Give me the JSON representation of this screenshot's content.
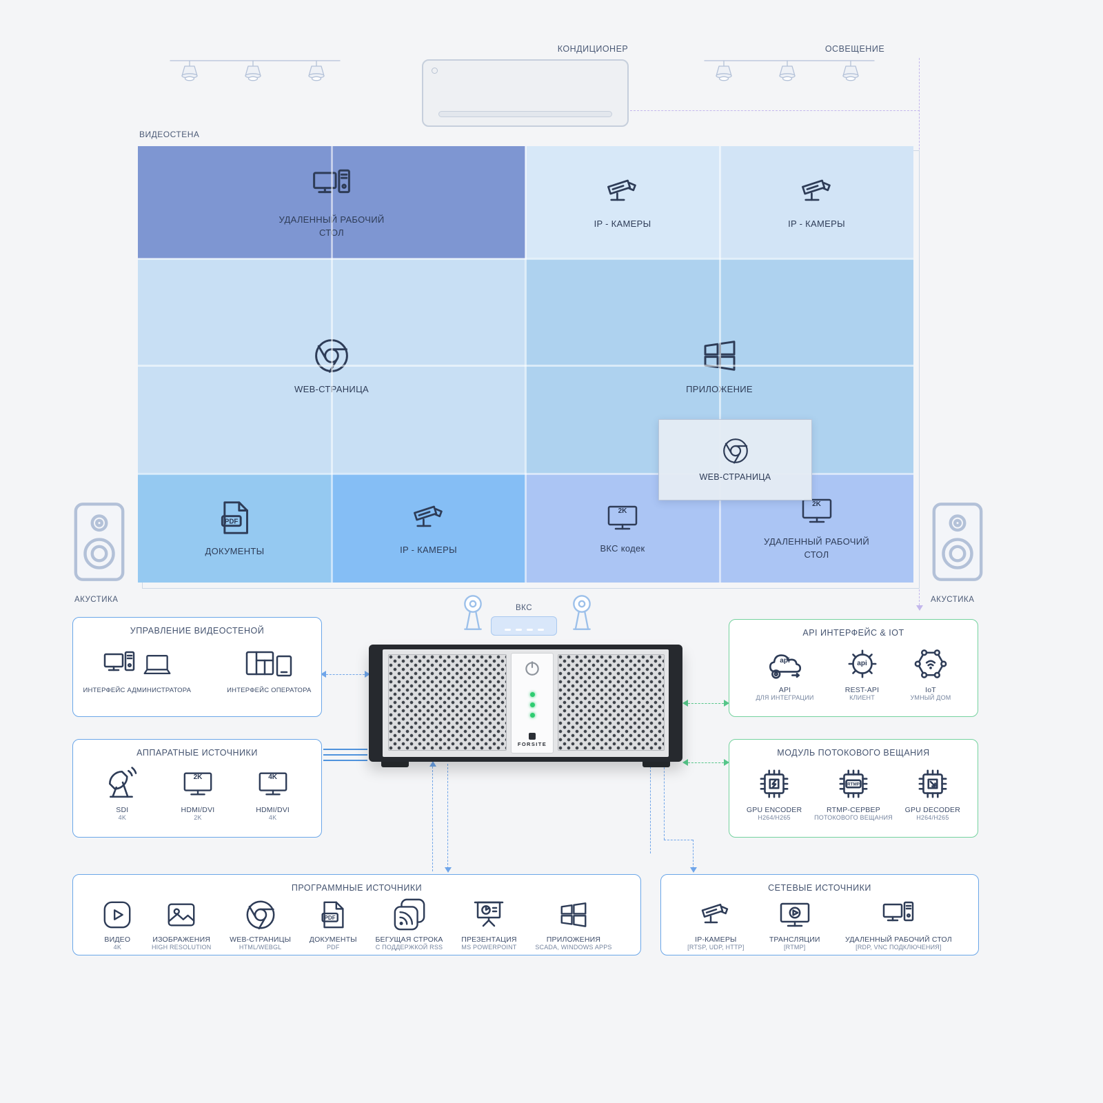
{
  "colors": {
    "accent_blue": "#6aa6e8",
    "accent_green": "#74d29e",
    "accent_purple": "#c3b7ec",
    "icon_navy": "#2e3c57",
    "tile_dark_blue": "#7e96d2",
    "tile_light_blue": "#c8dff4"
  },
  "ceiling": {
    "aircon_label": "КОНДИЦИОНЕР",
    "lighting_label": "ОСВЕЩЕНИЕ"
  },
  "videowall": {
    "label": "ВИДЕОСТЕНА",
    "zones": {
      "remote_desktop": {
        "line1": "УДАЛЕННЫЙ РАБОЧИЙ",
        "line2": "СТОЛ"
      },
      "ip_cameras_1": {
        "label": "IP - КАМЕРЫ"
      },
      "ip_cameras_2": {
        "label": "IP - КАМЕРЫ"
      },
      "web_page": {
        "label": "WEB-СТРАНИЦА"
      },
      "application": {
        "label": "ПРИЛОЖЕНИЕ"
      },
      "web_page_overlay": {
        "label": "WEB-СТРАНИЦА"
      },
      "documents": {
        "label": "ДОКУМЕНТЫ"
      },
      "ip_cameras_3": {
        "label": "IP - КАМЕРЫ"
      },
      "vks_codec": {
        "label": "ВКС кодек",
        "badge": "2K"
      },
      "remote_desktop_2": {
        "line1": "УДАЛЕННЫЙ РАБОЧИЙ",
        "line2": "СТОЛ",
        "badge": "2K"
      }
    }
  },
  "speakers": {
    "left_label": "АКУСТИКА",
    "right_label": "АКУСТИКА"
  },
  "vks": {
    "label": "ВКС"
  },
  "management_box": {
    "title": "УПРАВЛЕНИЕ ВИДЕОСТЕНОЙ",
    "items": [
      {
        "label": "ИНТЕРФЕЙС АДМИНИСТРАТОРА"
      },
      {
        "label": "ИНТЕРФЕЙС ОПЕРАТОРА"
      }
    ]
  },
  "hardware_box": {
    "title": "АППАРАТНЫЕ ИСТОЧНИКИ",
    "items": [
      {
        "label1": "SDI",
        "label2": "4K"
      },
      {
        "label1": "HDMI/DVI",
        "label2": "2K",
        "badge": "2K"
      },
      {
        "label1": "HDMI/DVI",
        "label2": "4K",
        "badge": "4K"
      }
    ]
  },
  "api_box": {
    "title": "API ИНТЕРФЕЙС & IOT",
    "items": [
      {
        "label1": "API",
        "label2": "ДЛЯ ИНТЕГРАЦИИ",
        "badge": "api"
      },
      {
        "label1": "REST-API",
        "label2": "КЛИЕНТ",
        "badge": "api"
      },
      {
        "label1": "IoT",
        "label2": "УМНЫЙ ДОМ"
      }
    ]
  },
  "streaming_box": {
    "title": "МОДУЛЬ ПОТОКОВОГО ВЕЩАНИЯ",
    "items": [
      {
        "label1": "GPU ENCODER",
        "label2": "H264/H265"
      },
      {
        "label1": "RTMP-СЕРВЕР",
        "label2": "ПОТОКОВОГО ВЕЩАНИЯ",
        "badge": "RTMP"
      },
      {
        "label1": "GPU DECODER",
        "label2": "H264/H265"
      }
    ]
  },
  "software_box": {
    "title": "ПРОГРАММНЫЕ ИСТОЧНИКИ",
    "items": [
      {
        "label1": "ВИДЕО",
        "label2": "4K"
      },
      {
        "label1": "ИЗОБРАЖЕНИЯ",
        "label2": "HIGH RESOLUTION"
      },
      {
        "label1": "WEB-СТРАНИЦЫ",
        "label2": "HTML/WEBGL"
      },
      {
        "label1": "ДОКУМЕНТЫ",
        "label2": "PDF"
      },
      {
        "label1": "БЕГУЩАЯ СТРОКА",
        "label2": "С ПОДДЕРЖКОЙ RSS"
      },
      {
        "label1": "ПРЕЗЕНТАЦИЯ",
        "label2": "MS POWERPOINT"
      },
      {
        "label1": "ПРИЛОЖЕНИЯ",
        "label2": "SCADA, WINDOWS APPS"
      }
    ]
  },
  "network_box": {
    "title": "СЕТЕВЫЕ ИСТОЧНИКИ",
    "items": [
      {
        "label1": "IP-КАМЕРЫ",
        "label2": "[RTSP, UDP, HTTP]"
      },
      {
        "label1": "ТРАНСЛЯЦИИ",
        "label2": "[RTMP]"
      },
      {
        "label1": "УДАЛЕННЫЙ РАБОЧИЙ СТОЛ",
        "label2": "[RDP, VNC ПОДКЛЮЧЕНИЯ]"
      }
    ]
  },
  "server": {
    "brand": "FORSITE"
  },
  "icon_labels": {
    "pdf": "PDF"
  }
}
